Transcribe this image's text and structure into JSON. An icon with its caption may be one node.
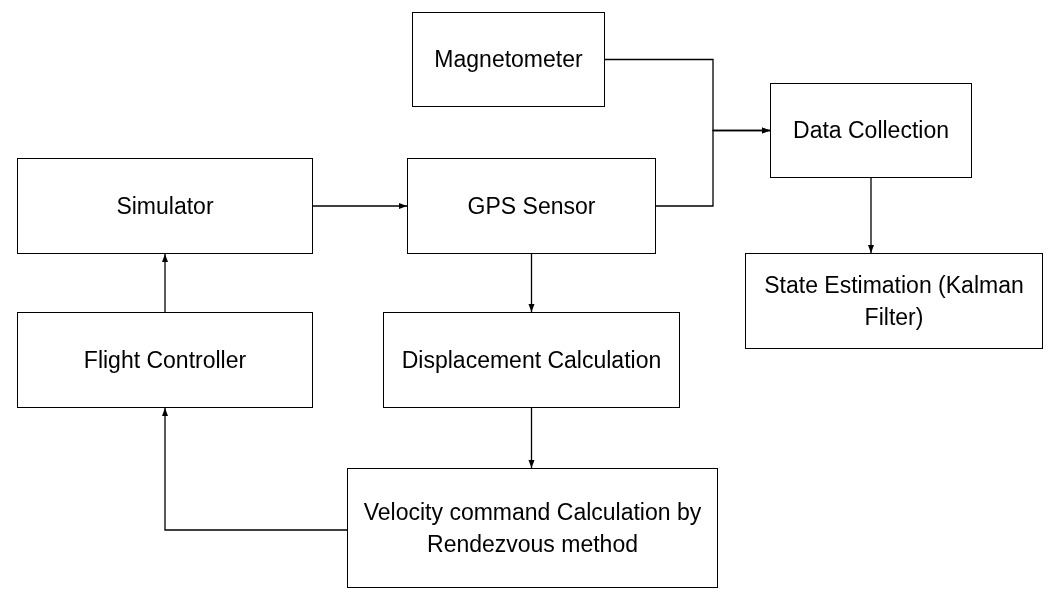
{
  "diagram": {
    "nodes": [
      {
        "text": [
          "Magnetometer"
        ]
      },
      {
        "text": [
          "Data Collection"
        ]
      },
      {
        "text": [
          "Simulator"
        ]
      },
      {
        "text": [
          "GPS Sensor"
        ]
      },
      {
        "text": [
          "State Estimation (Kalman Filter)"
        ]
      },
      {
        "text": [
          "Flight Controller"
        ]
      },
      {
        "text": [
          "Displacement Calculation"
        ]
      },
      {
        "text": [
          "Velocity command Calculation by Rendezvous method"
        ]
      }
    ],
    "edges": [
      {
        "from": 2,
        "to": 3,
        "arrow": "to"
      },
      {
        "from": 0,
        "to": 1,
        "arrow": "to"
      },
      {
        "from": 3,
        "to": 1,
        "arrow": "to"
      },
      {
        "from": 1,
        "to": 4,
        "arrow": "to"
      },
      {
        "from": 3,
        "to": 6,
        "arrow": "to"
      },
      {
        "from": 6,
        "to": 7,
        "arrow": "to"
      },
      {
        "from": 7,
        "to": 5,
        "arrow": "to"
      },
      {
        "from": 5,
        "to": 2,
        "arrow": "to"
      }
    ]
  }
}
